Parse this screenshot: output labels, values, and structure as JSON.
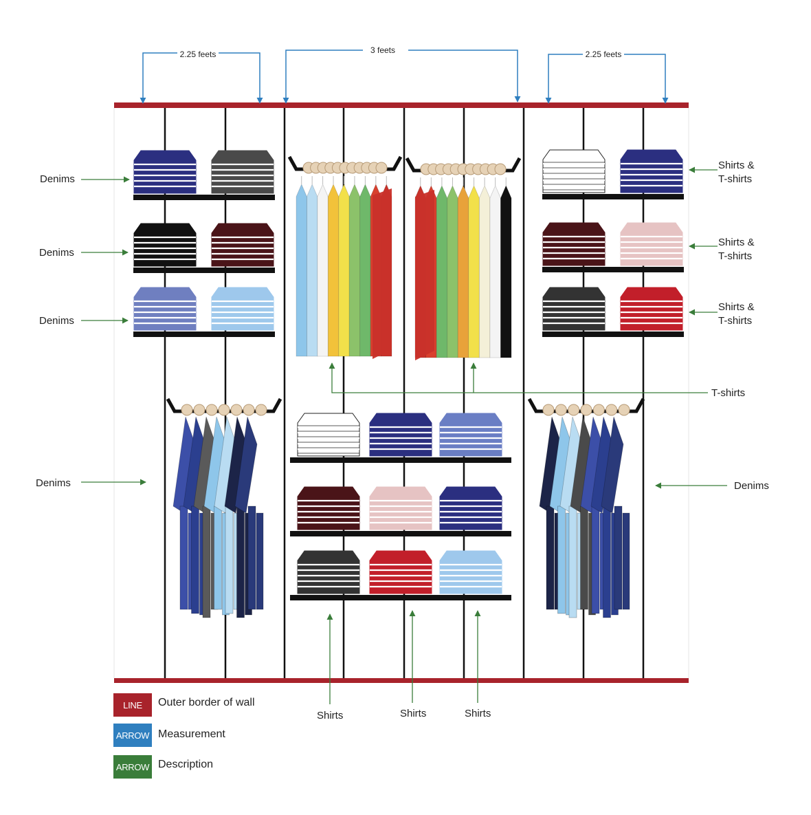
{
  "colors": {
    "wall_line": "#a8232b",
    "measurement": "#2f7fbf",
    "description": "#3a7d3a",
    "pole": "#111111"
  },
  "measurements": {
    "left": "2.25 feets",
    "center": "3 feets",
    "right": "2.25 feets"
  },
  "labels": {
    "left_shelf_1": "Denims",
    "left_shelf_2": "Denims",
    "left_shelf_3": "Denims",
    "left_hanging": "Denims",
    "right_shelf_1": "Shirts & T-shirts",
    "right_shelf_2": "Shirts & T-shirts",
    "right_shelf_3": "Shirts & T-shirts",
    "tshirts": "T-shirts",
    "right_hanging": "Denims",
    "shirts_1": "Shirts",
    "shirts_2": "Shirts",
    "shirts_3": "Shirts"
  },
  "legend": [
    {
      "tag": "LINE",
      "text": "Outer border of wall",
      "color": "#a8232b"
    },
    {
      "tag": "ARROW",
      "text": "Measurement",
      "color": "#2f7fbf"
    },
    {
      "tag": "ARROW",
      "text": "Description",
      "color": "#3a7d3a"
    }
  ],
  "stacks": {
    "left": [
      [
        "#2b2f80",
        "#4a4a4a"
      ],
      [
        "#111111",
        "#4a1418"
      ],
      [
        "#6f7fc0",
        "#9ec8ec"
      ]
    ],
    "right": [
      [
        "#ffffff",
        "#2b2f80"
      ],
      [
        "#4a1418",
        "#e6c3c3"
      ],
      [
        "#333333",
        "#c21f2a"
      ]
    ],
    "center": [
      [
        "#ffffff",
        "#2b2f80",
        "#6a7ec4"
      ],
      [
        "#4a1418",
        "#e6c3c3",
        "#2b2f80"
      ],
      [
        "#333333",
        "#c21f2a",
        "#9ec8ec"
      ]
    ]
  },
  "hangers": {
    "tshirts_left": [
      "#8ec6ea",
      "#b9dcf2",
      "#f4f4f4",
      "#f2c23a",
      "#f2e04a",
      "#8cc26a",
      "#6fb86a",
      "#d8402e",
      "#c9322a"
    ],
    "tshirts_right": [
      "#c9322a",
      "#d8402e",
      "#6fb86a",
      "#8cc26a",
      "#e8a23a",
      "#f2e04a",
      "#f4f0d8",
      "#f4f4f4",
      "#111111"
    ],
    "denims_left": [
      "#3c4fa8",
      "#2b3f8f",
      "#5a5a5a",
      "#8ec6ea",
      "#b9dcf2",
      "#1c2448",
      "#2a3a7a"
    ],
    "denims_right": [
      "#1c2448",
      "#8ec6ea",
      "#b9dcf2",
      "#4a4a4a",
      "#3c4fa8",
      "#2b3f8f",
      "#2a3a7a"
    ]
  }
}
